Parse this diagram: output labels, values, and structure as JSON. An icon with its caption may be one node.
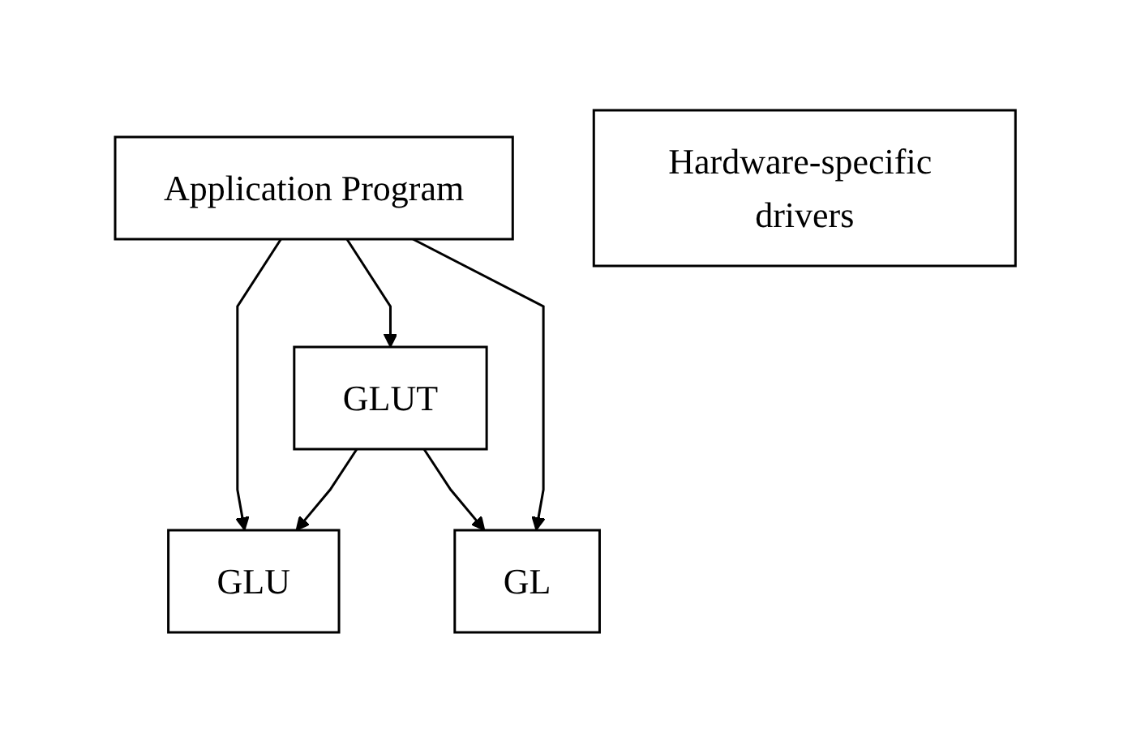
{
  "diagram": {
    "nodes": [
      {
        "text": [
          "Application Program"
        ]
      },
      {
        "text": [
          "GLUT"
        ]
      },
      {
        "text": [
          "GLU"
        ]
      },
      {
        "text": [
          "GL"
        ]
      },
      {
        "text": [
          "Hardware-specific drivers"
        ]
      }
    ],
    "edges": [
      {
        "from": 0,
        "to": 2,
        "arrow": "to"
      },
      {
        "from": 0,
        "to": 1,
        "arrow": "to"
      },
      {
        "from": 0,
        "to": 3,
        "arrow": "to"
      },
      {
        "from": 1,
        "to": 2,
        "arrow": "to"
      },
      {
        "from": 1,
        "to": 3,
        "arrow": "to"
      }
    ]
  }
}
